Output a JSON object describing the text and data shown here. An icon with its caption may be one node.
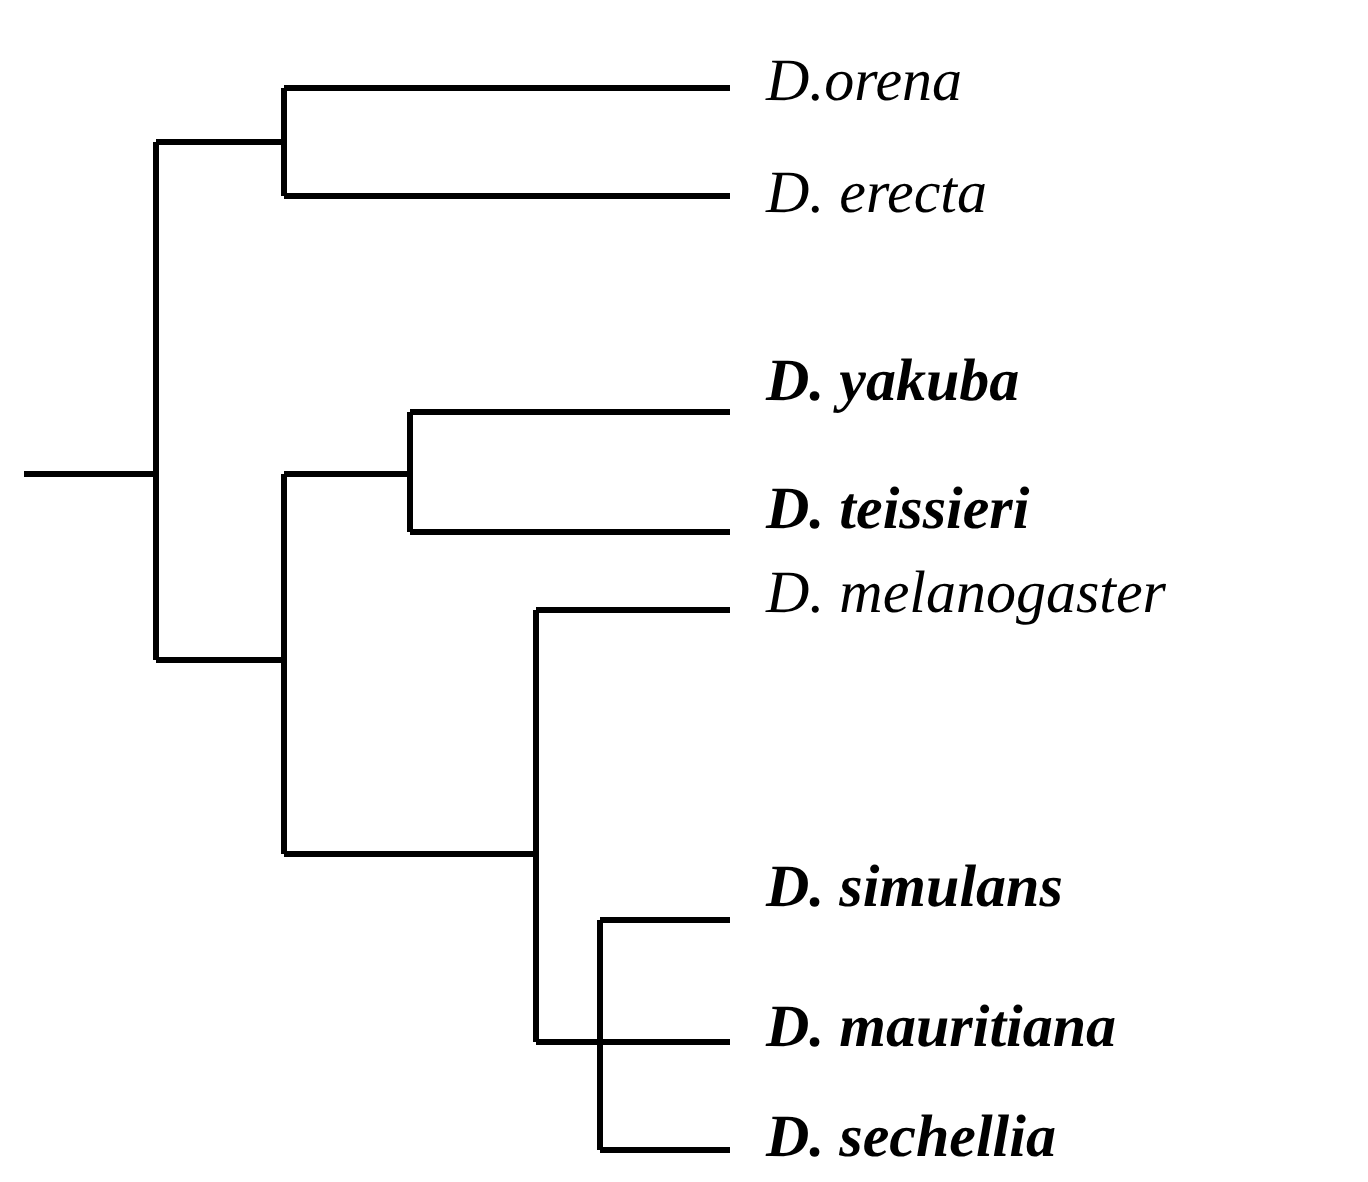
{
  "diagram": {
    "labels": [
      "D.orena",
      "D. erecta",
      "D. yakuba",
      "D. teissieri",
      "D. melanogaster",
      "D. simulans",
      "D. mauritiana",
      "D. sechellia"
    ]
  }
}
